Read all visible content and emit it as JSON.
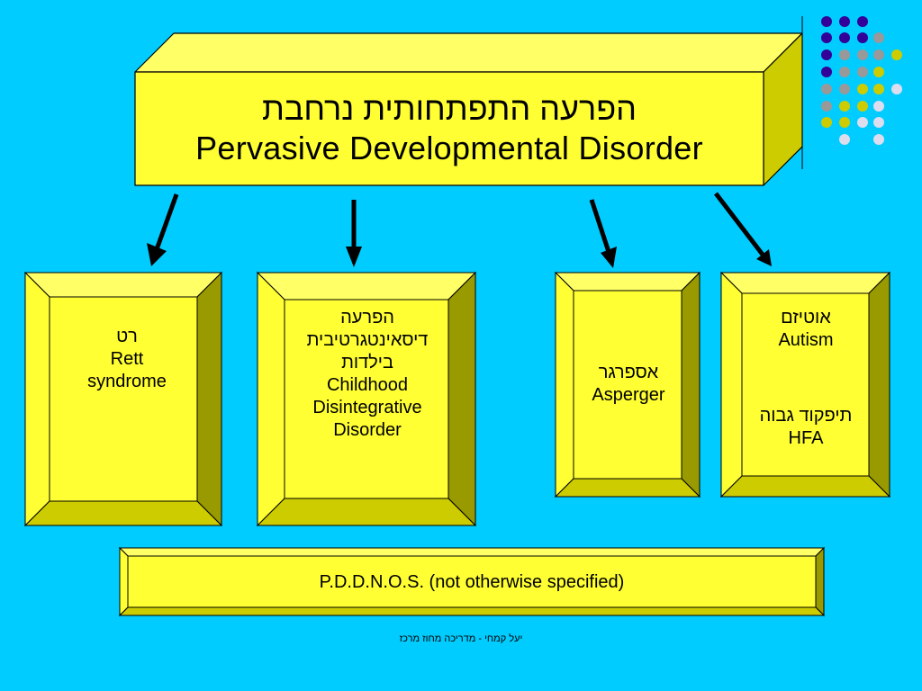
{
  "title": {
    "hebrew": "הפרעה התפתחותית נרחבת",
    "english": "Pervasive Developmental Disorder"
  },
  "boxes": [
    {
      "lines": [
        "רט",
        "Rett",
        "syndrome"
      ]
    },
    {
      "lines": [
        "הפרעה",
        "דיסאינטגרטיבית",
        "בילדות",
        "Childhood",
        "Disintegrative",
        "Disorder"
      ]
    },
    {
      "lines": [
        "אספרגר",
        "Asperger"
      ]
    },
    {
      "lines_top": [
        "אוטיזם",
        "Autism"
      ],
      "lines_bottom": [
        "תיפקוד גבוה",
        "HFA"
      ]
    }
  ],
  "pdd_nos": "P.D.D.N.O.S. (not otherwise specified)",
  "footer": "יעל קמחי - מדריכה מחוז מרכז",
  "colors": {
    "background": "#00CCFF",
    "box_face": "#FFFF33",
    "box_top": "#FFFF66",
    "box_side": "#CCCC00",
    "box_dark": "#999900",
    "dot_purple": "#330099",
    "dot_gray": "#999999",
    "dot_olive": "#CCCC00",
    "dot_light": "#DDDDEE"
  }
}
